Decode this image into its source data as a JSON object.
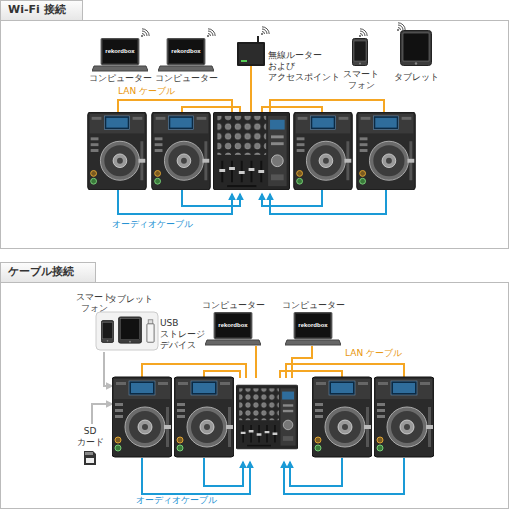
{
  "diagram": {
    "nodes": [
      {
        "text": [
          "Wi-Fi 接続"
        ]
      },
      {
        "text": [
          "コンピューター"
        ],
        "in": 0
      },
      {
        "text": [
          "コンピューター"
        ],
        "in": 0
      },
      {
        "text": [
          "無線ルーター および アクセスポイント"
        ],
        "in": 0
      },
      {
        "text": [
          "スマート フォン"
        ],
        "in": 0
      },
      {
        "text": [
          "タブレット"
        ],
        "in": 0
      },
      {
        "text": [
          "ケーブル接続"
        ]
      },
      {
        "text": [
          "スマート フォン"
        ],
        "in": 6
      },
      {
        "text": [
          "タブレット"
        ],
        "in": 6
      },
      {
        "text": [
          "USB ストレージ デバイス"
        ],
        "in": 6
      },
      {
        "text": [
          "コンピューター"
        ],
        "in": 6
      },
      {
        "text": [
          "コンピューター"
        ],
        "in": 6
      },
      {
        "text": [
          "SD カード"
        ],
        "in": 6
      }
    ],
    "labels": [
      "rekordbox",
      "rekordbox",
      "LAN ケーブル",
      "オーディオケーブル",
      "rekordbox",
      "rekordbox",
      "LAN ケーブル",
      "オーディオケーブル"
    ]
  }
}
